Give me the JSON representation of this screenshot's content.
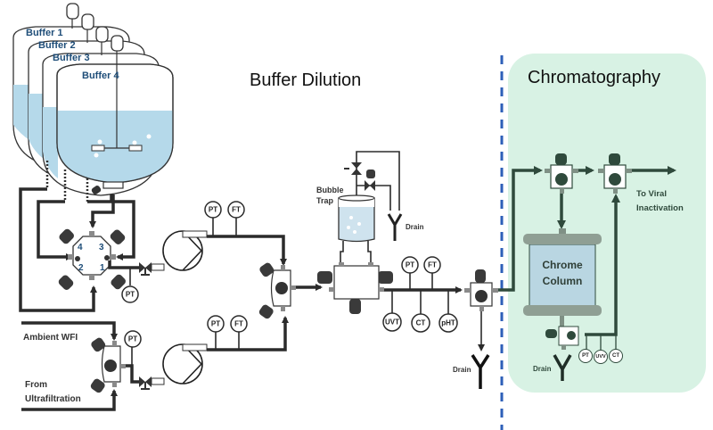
{
  "diagram": {
    "sections": {
      "buffer_dilution": "Buffer Dilution",
      "chromatography": "Chromatography"
    },
    "tanks": [
      {
        "label": "Buffer 1"
      },
      {
        "label": "Buffer 2"
      },
      {
        "label": "Buffer 3"
      },
      {
        "label": "Buffer 4"
      }
    ],
    "manifold_ports": [
      "1",
      "2",
      "3",
      "4"
    ],
    "instruments": {
      "manifold_pt": "PT",
      "pump1_pt": "PT",
      "pump1_ft": "FT",
      "wfi_pt": "PT",
      "pump2_pt": "PT",
      "pump2_ft": "FT",
      "inline_pt": "PT",
      "inline_ft": "FT",
      "inline_uvt": "UVT",
      "inline_ct": "CT",
      "inline_pht": "pHT",
      "column_pt": "PT",
      "column_uvv": "UVV",
      "column_ct": "CT"
    },
    "labels": {
      "bubble_trap_line1": "Bubble",
      "bubble_trap_line2": "Trap",
      "drain_bubble": "Drain",
      "drain_main": "Drain",
      "drain_column": "Drain",
      "ambient_wfi": "Ambient WFI",
      "from_uf_line1": "From",
      "from_uf_line2": "Ultrafiltration",
      "to_viral_line1": "To Viral",
      "to_viral_line2": "Inactivation",
      "column_line1": "Chrome",
      "column_line2": "Column"
    },
    "colors": {
      "liquid": "#b5d9ea",
      "chrom_panel": "#d8f2e4",
      "divider": "#2d5fb8",
      "tank_label": "#1f4e79",
      "column_body": "#b9d6e2",
      "column_cap": "#8f9f94",
      "chrom_pipe": "#2f4a3c"
    }
  }
}
